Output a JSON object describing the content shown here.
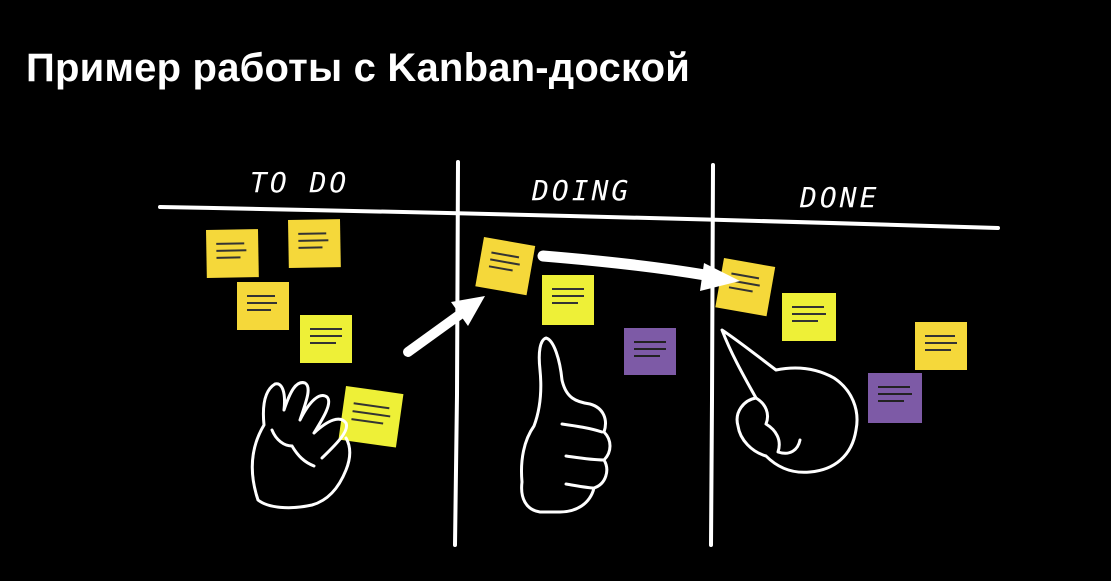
{
  "page": {
    "title": "Пример работы с Kanban-доской"
  },
  "board": {
    "columns": [
      {
        "label": "TO DO"
      },
      {
        "label": "DOING"
      },
      {
        "label": "DONE"
      }
    ],
    "colors": {
      "yellow": "#f5d83a",
      "lime": "#eef037",
      "purple": "#7d5aa6",
      "line": "#ffffff"
    }
  }
}
